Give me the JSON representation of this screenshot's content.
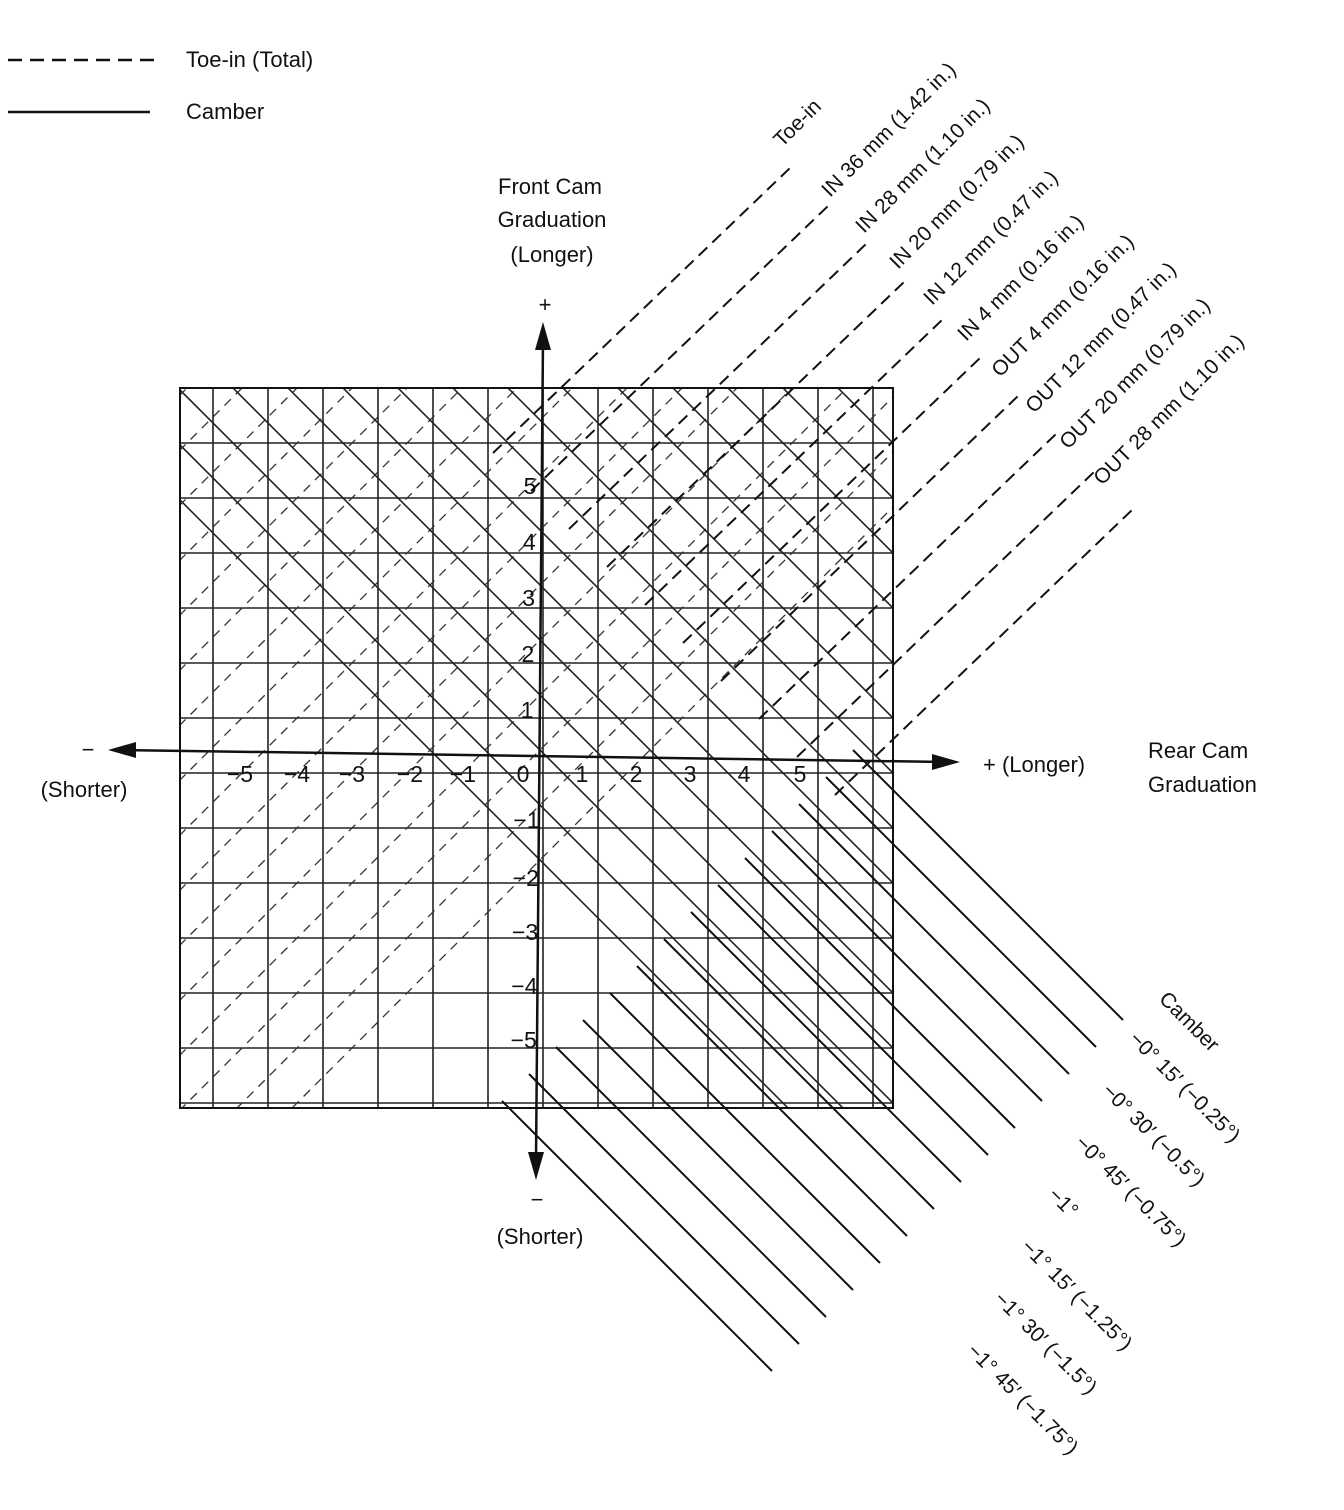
{
  "legend": [
    {
      "style": "dashed",
      "label": "Toe-in (Total)"
    },
    {
      "style": "solid",
      "label": "Camber"
    }
  ],
  "front_axis": {
    "title_lines": [
      "Front Cam",
      "Graduation",
      "(Longer)"
    ],
    "plus": "+",
    "minus": "−",
    "bottom_note": "(Shorter)",
    "ticks": [
      "5",
      "4",
      "3",
      "2",
      "1",
      "−1",
      "−2",
      "−3",
      "−4",
      "−5"
    ]
  },
  "rear_axis": {
    "minus": "−",
    "left_note": "(Shorter)",
    "plus_note": "+ (Longer)",
    "title_lines": [
      "Rear Cam",
      "Graduation"
    ],
    "ticks": [
      "−5",
      "−4",
      "−3",
      "−2",
      "−1",
      "0",
      "1",
      "2",
      "3",
      "4",
      "5"
    ]
  },
  "toe_in": {
    "header": "Toe-in",
    "labels": [
      "IN 36 mm (1.42 in.)",
      "IN 28 mm (1.10 in.)",
      "IN 20 mm (0.79 in.)",
      "IN 12 mm (0.47 in.)",
      "IN  4 mm (0.16 in.)",
      "OUT  4 mm (0.16 in.)",
      "OUT  12 mm (0.47 in.)",
      "OUT  20 mm (0.79 in.)",
      "OUT  28 mm (1.10 in.)"
    ]
  },
  "camber": {
    "header": "Camber",
    "labels": [
      "−0° 15′ (−0.25°)",
      "−0° 30′ (−0.5°)",
      "−0° 45′ (−0.75°)",
      "−1°",
      "−1° 15′ (−1.25°)",
      "−1° 30′ (−1.5°)",
      "−1° 45′ (−1.75°)"
    ]
  }
}
